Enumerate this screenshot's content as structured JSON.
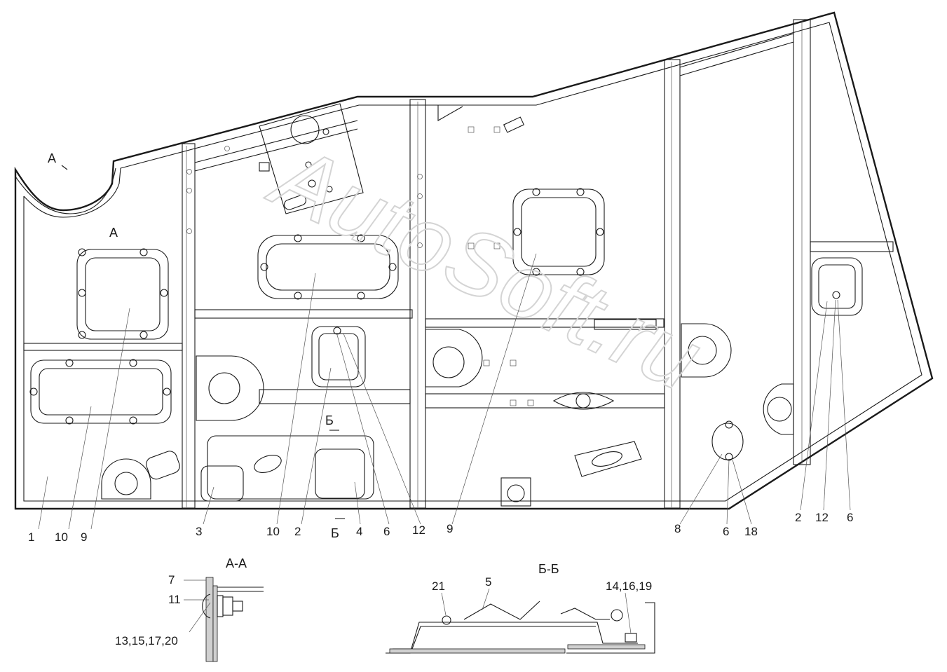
{
  "watermark": "AutoSoft.ru",
  "section_titles": {
    "aa": "А-А",
    "bb": "Б-Б",
    "mark_a_top": "А",
    "mark_a_detail": "А",
    "mark_b_top": "Б",
    "mark_b_bottom": "Б"
  },
  "callouts_main": [
    "1",
    "10",
    "9",
    "3",
    "10",
    "2",
    "4",
    "6",
    "12",
    "9",
    "8",
    "6",
    "18",
    "2",
    "12",
    "6"
  ],
  "callouts_aa": [
    "7",
    "11",
    "13,15,17,20"
  ],
  "callouts_bb": [
    "21",
    "5",
    "14,16,19"
  ]
}
